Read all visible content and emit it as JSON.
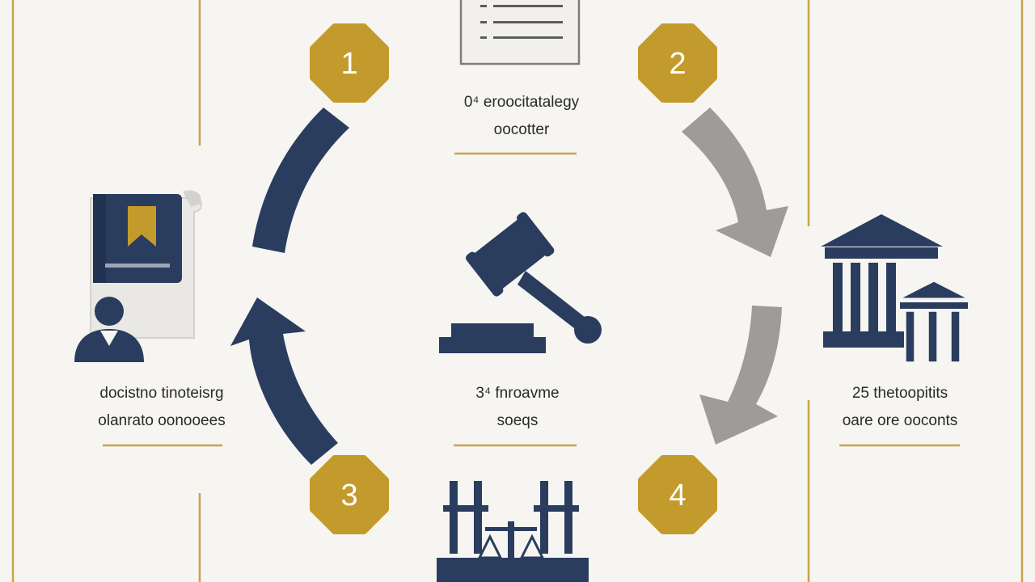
{
  "colors": {
    "background": "#f6f5f1",
    "navy": "#2a3d5f",
    "gold": "#c39a2c",
    "gray_arrow": "#9d9c98",
    "rule": "#c8a44a",
    "text": "#2a2a2a"
  },
  "steps": [
    {
      "number": "1"
    },
    {
      "number": "2"
    },
    {
      "number": "3"
    },
    {
      "number": "4"
    }
  ],
  "labels": {
    "top": {
      "line1": "0⁴ eroocitatalegy",
      "line2": "oocotter"
    },
    "center": {
      "line1": "3⁴ fnroavme",
      "line2": "soeqs"
    },
    "left": {
      "line1": "docistno tinoteisrg",
      "line2": "olanrato oonooees"
    },
    "right": {
      "line1": "25 thetoopitits",
      "line2": "oare ore ooconts"
    }
  },
  "icons": {
    "top": "document-icon",
    "left": "lawyer-certificate-icon",
    "center": "gavel-icon",
    "right": "courthouse-icon",
    "bottom": "scales-of-justice-icon"
  }
}
